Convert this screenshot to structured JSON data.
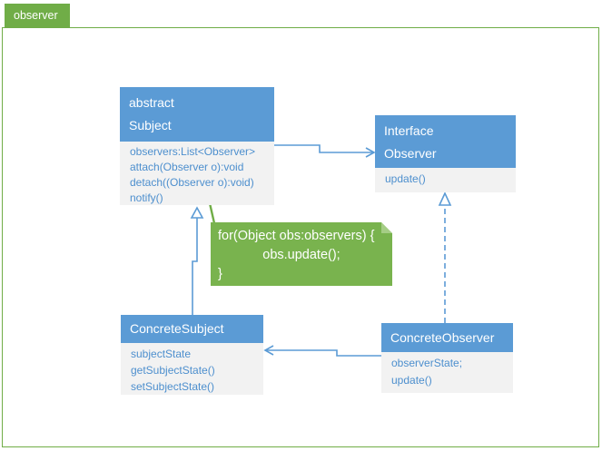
{
  "tab": {
    "label": "observer"
  },
  "colors": {
    "green": "#70AD47",
    "note_green": "#79B34E",
    "header_blue": "#5B9BD5",
    "body_background": "#F2F2F2",
    "body_text_blue": "#4D8FCE"
  },
  "classes": [
    {
      "stereotype": "abstract",
      "name": "Subject",
      "members": [
        "observers:List<Observer>",
        "attach(Observer o):void",
        "detach((Observer o):void)",
        "notify()"
      ]
    },
    {
      "stereotype": "Interface",
      "name": "Observer",
      "members": [
        "update()"
      ]
    },
    {
      "name": "ConcreteSubject",
      "members": [
        "subjectState",
        "getSubjectState()",
        "setSubjectState()"
      ]
    },
    {
      "name": "ConcreteObserver",
      "members": [
        "observerState;",
        "update()"
      ]
    }
  ],
  "note": {
    "line1": "for(Object obs:observers) {",
    "line2": "obs.update();",
    "line3": "}"
  }
}
